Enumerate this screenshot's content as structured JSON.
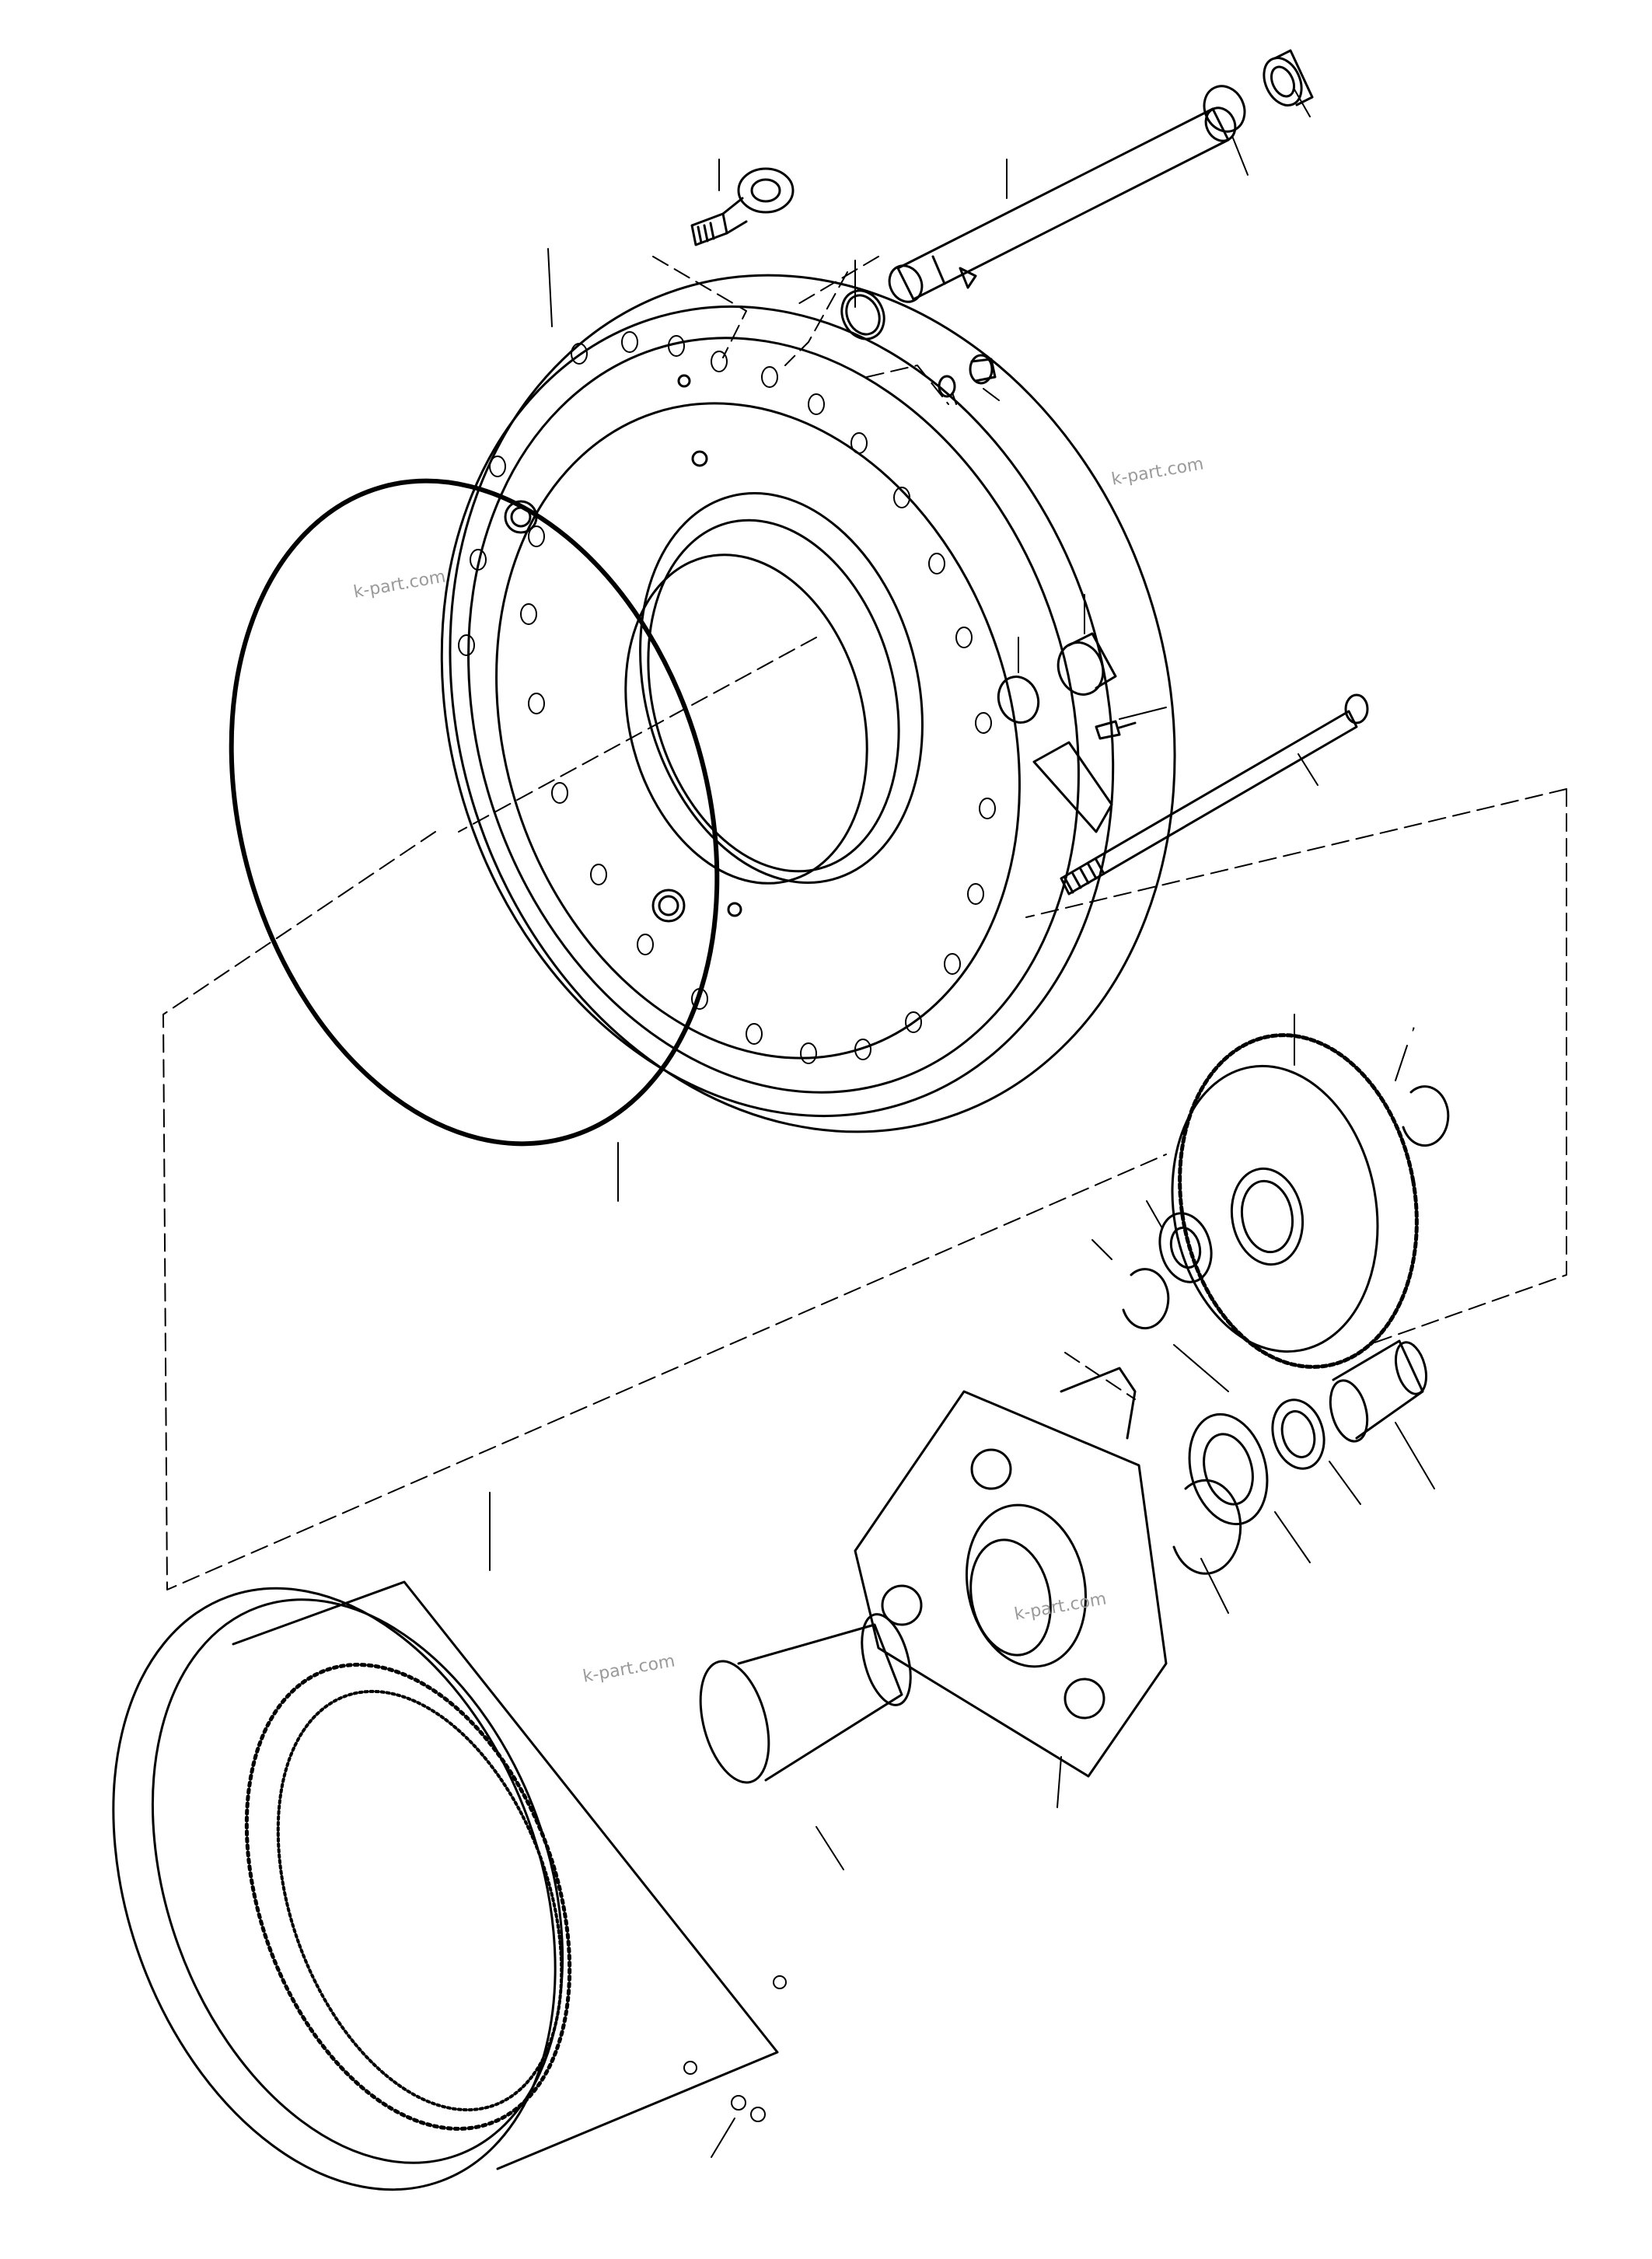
{
  "watermarks": [
    "k-part.com",
    "k-part.com",
    "k-part.com",
    "k-part.com"
  ],
  "stray_mark": ",",
  "colors": {
    "line": "#000000",
    "background": "#ffffff",
    "watermark": "#9a9a9a"
  },
  "parts": [
    "eye-bolt",
    "shaft-pin",
    "o-ring",
    "plug",
    "end-cover",
    "large-o-ring",
    "small-plug",
    "small-o-ring",
    "drain-plug",
    "drain-o-ring",
    "bolt",
    "name-plate",
    "long-bolt",
    "large-gear",
    "snap-ring",
    "bearing",
    "carrier",
    "pinion-shaft",
    "spacer",
    "ring-gear",
    "sun-gear",
    "grease-nipple"
  ]
}
